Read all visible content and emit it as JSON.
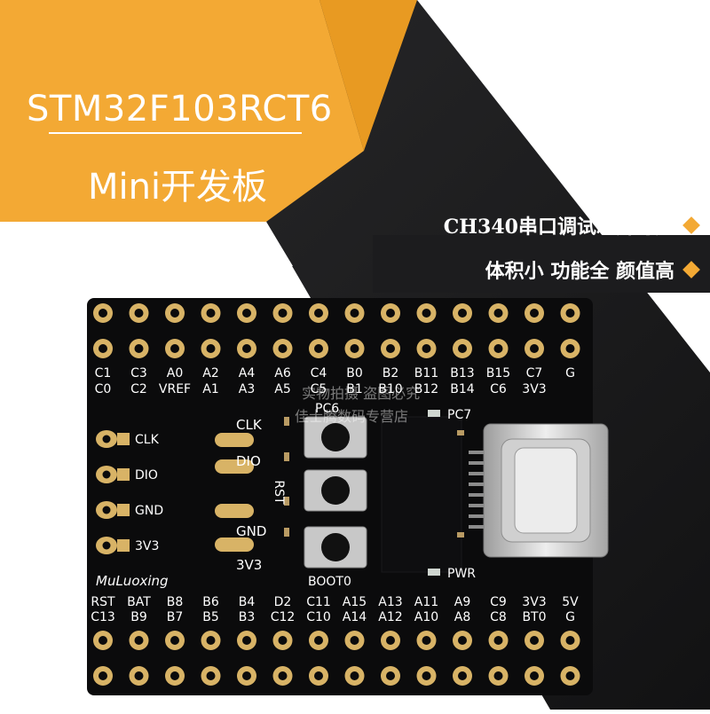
{
  "header": {
    "title": "STM32F103RCT6",
    "subtitle": "Mini开发板"
  },
  "features": [
    "CH340串口调试芯片可选",
    "体积小 功能全 颜值高"
  ],
  "colors": {
    "accent": "#f3a934",
    "accent_light": "#f5b844",
    "dark_bg": "#1c1c1e",
    "board": "#0b0b0c",
    "gold_pad": "#d8b366"
  },
  "board": {
    "brand": "MuLuoxing",
    "top_row_labels": [
      "C1",
      "C3",
      "A0",
      "A2",
      "A4",
      "A6",
      "C4",
      "B0",
      "B2",
      "B11",
      "B13",
      "B15",
      "C7",
      "G"
    ],
    "top_row2_labels": [
      "C0",
      "C2",
      "VREF",
      "A1",
      "A3",
      "A5",
      "C5",
      "B1",
      "B10",
      "B12",
      "B14",
      "C6",
      "3V3"
    ],
    "bottom_row_labels": [
      "RST",
      "BAT",
      "B8",
      "B6",
      "B4",
      "D2",
      "C11",
      "A15",
      "A13",
      "A11",
      "A9",
      "C9",
      "3V3",
      "5V"
    ],
    "bottom_row2_labels": [
      "C13",
      "B9",
      "B7",
      "B5",
      "B3",
      "C12",
      "C10",
      "A14",
      "A12",
      "A10",
      "A8",
      "C8",
      "BT0",
      "G"
    ],
    "swd_labels": [
      "CLK",
      "DIO",
      "GND",
      "3V3"
    ],
    "jumper_labels": [
      "CLK",
      "DIO",
      "GND",
      "3V3"
    ],
    "button_labels": [
      "PC6",
      "RST",
      "BOOT0"
    ],
    "led_labels": [
      "PC7",
      "PWR"
    ]
  },
  "watermark": {
    "line1": "实物拍摄 盗图必究",
    "line2": "佳士腾数码专营店"
  }
}
